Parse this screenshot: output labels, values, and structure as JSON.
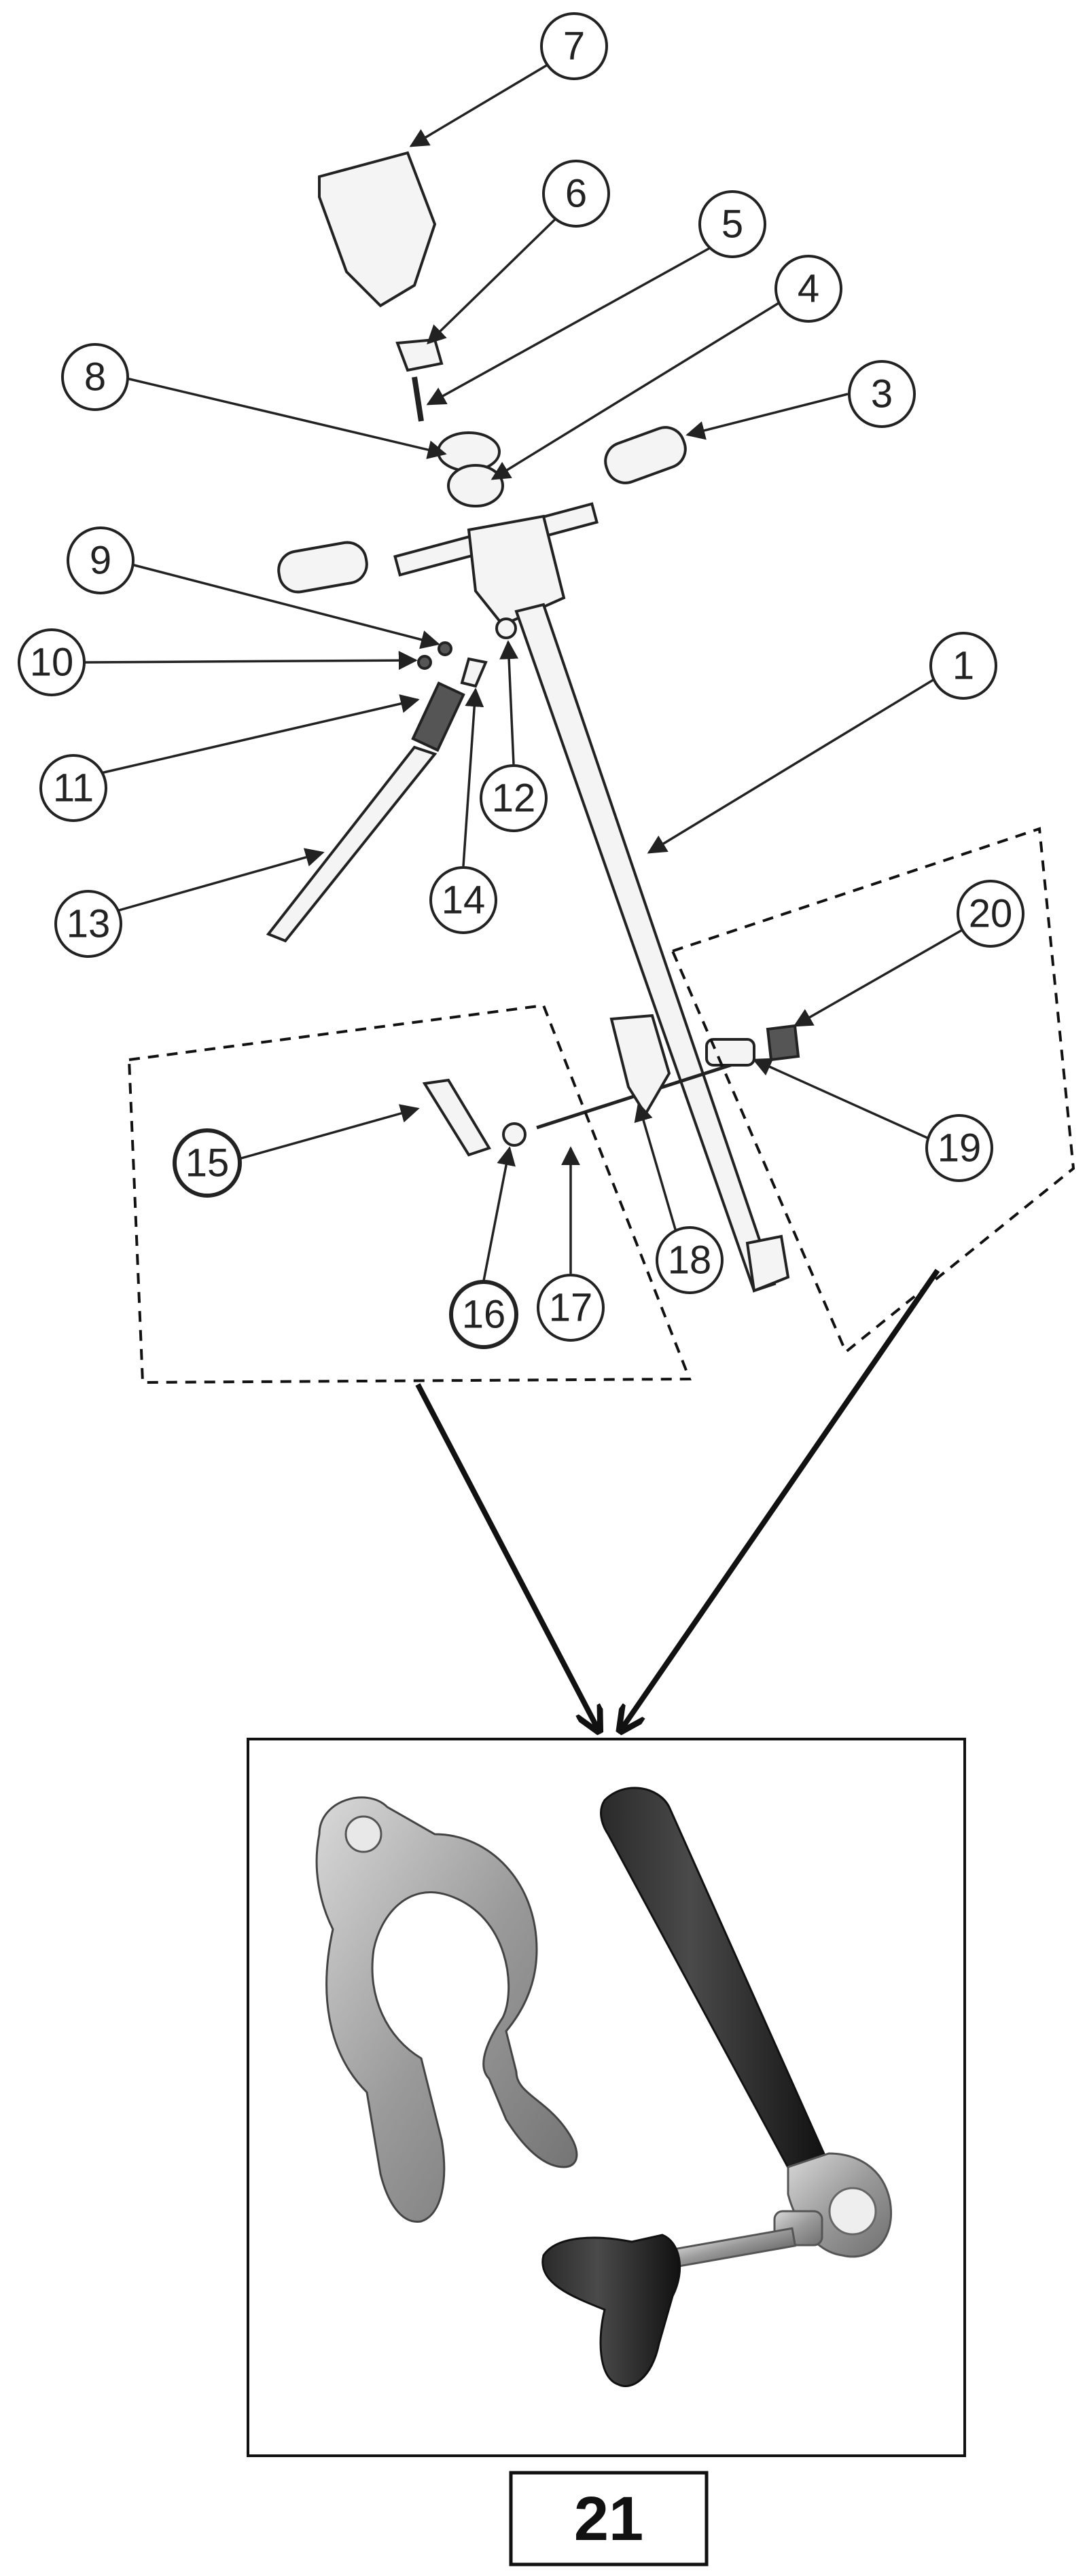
{
  "callouts": {
    "c1": "1",
    "c3": "3",
    "c4": "4",
    "c5": "5",
    "c6": "6",
    "c7": "7",
    "c8": "8",
    "c9": "9",
    "c10": "10",
    "c11": "11",
    "c12": "12",
    "c13": "13",
    "c14": "14",
    "c15": "15",
    "c16": "16",
    "c17": "17",
    "c18": "18",
    "c19": "19",
    "c20": "20"
  },
  "assembly_label": "21"
}
